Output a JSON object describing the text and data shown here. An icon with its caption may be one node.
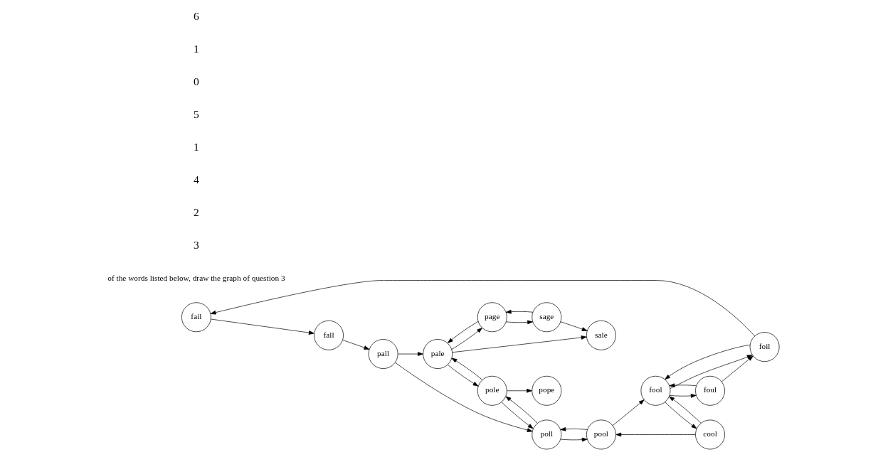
{
  "diagram": {
    "nodes": [
      {
        "text": [
          "fail"
        ]
      },
      {
        "text": [
          "fall"
        ]
      },
      {
        "text": [
          "foil"
        ]
      },
      {
        "text": [
          "pall"
        ]
      },
      {
        "text": [
          "pope"
        ]
      },
      {
        "text": [
          "foul"
        ]
      },
      {
        "text": [
          "pole"
        ]
      },
      {
        "text": [
          "sale"
        ]
      },
      {
        "text": [
          "sage"
        ]
      },
      {
        "text": [
          "fool"
        ]
      },
      {
        "text": [
          "pale"
        ]
      },
      {
        "text": [
          "page"
        ]
      },
      {
        "text": [
          "poll"
        ]
      },
      {
        "text": [
          "cool"
        ]
      },
      {
        "text": [
          "pool"
        ]
      }
    ],
    "edges": [
      {
        "from": 0,
        "to": 1,
        "arrow": "to"
      },
      {
        "from": 2,
        "to": 0,
        "arrow": "to"
      },
      {
        "from": 1,
        "to": 3,
        "arrow": "to"
      },
      {
        "from": 5,
        "to": 2,
        "arrow": "to"
      },
      {
        "from": 9,
        "to": 2,
        "arrow": "to"
      },
      {
        "from": 2,
        "to": 9,
        "arrow": "to"
      },
      {
        "from": 5,
        "to": 9,
        "arrow": "to"
      },
      {
        "from": 9,
        "to": 5,
        "arrow": "to"
      },
      {
        "from": 13,
        "to": 9,
        "arrow": "to"
      },
      {
        "from": 9,
        "to": 13,
        "arrow": "to"
      },
      {
        "from": 14,
        "to": 9,
        "arrow": "to"
      },
      {
        "from": 13,
        "to": 14,
        "arrow": "to"
      },
      {
        "from": 14,
        "to": 12,
        "arrow": "to"
      },
      {
        "from": 12,
        "to": 14,
        "arrow": "to"
      },
      {
        "from": 12,
        "to": 6,
        "arrow": "to"
      },
      {
        "from": 6,
        "to": 12,
        "arrow": "to"
      },
      {
        "from": 3,
        "to": 12,
        "arrow": "to"
      },
      {
        "from": 3,
        "to": 10,
        "arrow": "to"
      },
      {
        "from": 6,
        "to": 4,
        "arrow": "to"
      },
      {
        "from": 6,
        "to": 10,
        "arrow": "to"
      },
      {
        "from": 10,
        "to": 6,
        "arrow": "to"
      },
      {
        "from": 10,
        "to": 7,
        "arrow": "to"
      },
      {
        "from": 10,
        "to": 11,
        "arrow": "to"
      },
      {
        "from": 11,
        "to": 10,
        "arrow": "to"
      },
      {
        "from": 8,
        "to": 7,
        "arrow": "to"
      },
      {
        "from": 11,
        "to": 8,
        "arrow": "to"
      },
      {
        "from": 8,
        "to": 11,
        "arrow": "to"
      }
    ],
    "labels": [
      "of the words listed below, draw the graph of question 3",
      "3",
      "2",
      "4",
      "1",
      "5",
      "0",
      "1",
      "6"
    ]
  }
}
